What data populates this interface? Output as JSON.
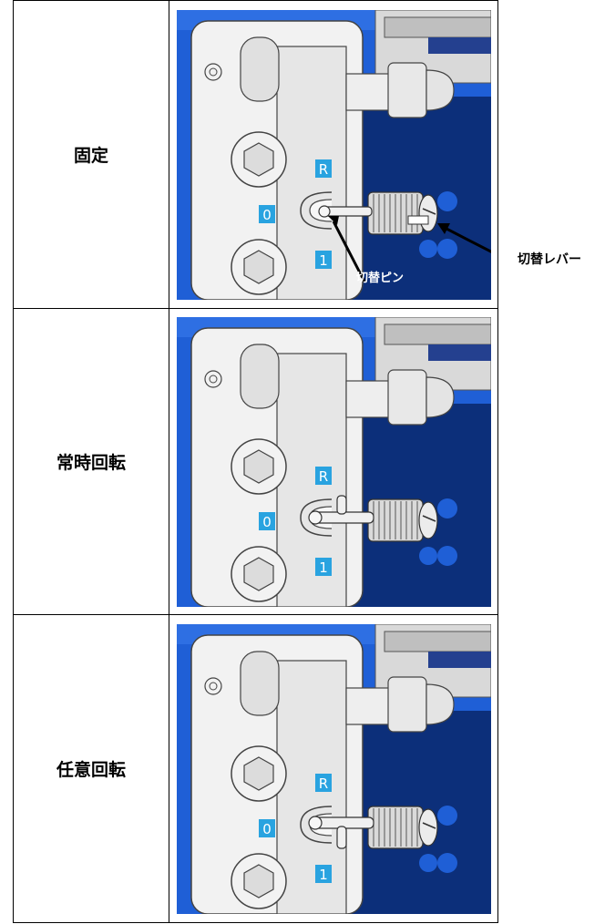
{
  "rows": [
    {
      "mode": "固定",
      "pin": "retracted"
    },
    {
      "mode": "常時回転",
      "pin": "extended"
    },
    {
      "mode": "任意回転",
      "pin": "rotated"
    }
  ],
  "position_marks": [
    "R",
    "0",
    "1"
  ],
  "callouts": {
    "switch_pin": "切替ピン",
    "switch_lever": "切替レバー"
  },
  "colors": {
    "block_blue": "#1f5fd6",
    "dark_blue": "#0c2f7a",
    "mark_cyan": "#29a3e0",
    "body_white": "#f2f2f2"
  }
}
